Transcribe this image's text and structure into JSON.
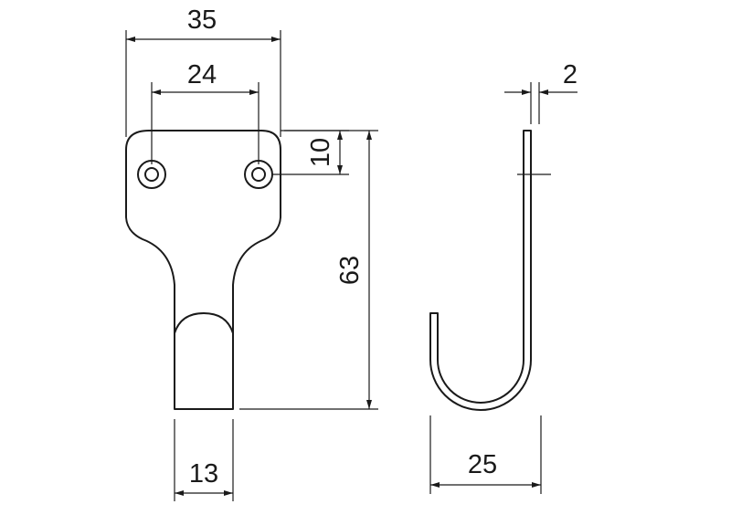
{
  "dimensions": {
    "overall_width": "35",
    "hole_spacing": "24",
    "hole_offset": "10",
    "overall_height": "63",
    "shank_width": "13",
    "material_thickness": "2",
    "hook_depth": "25"
  }
}
